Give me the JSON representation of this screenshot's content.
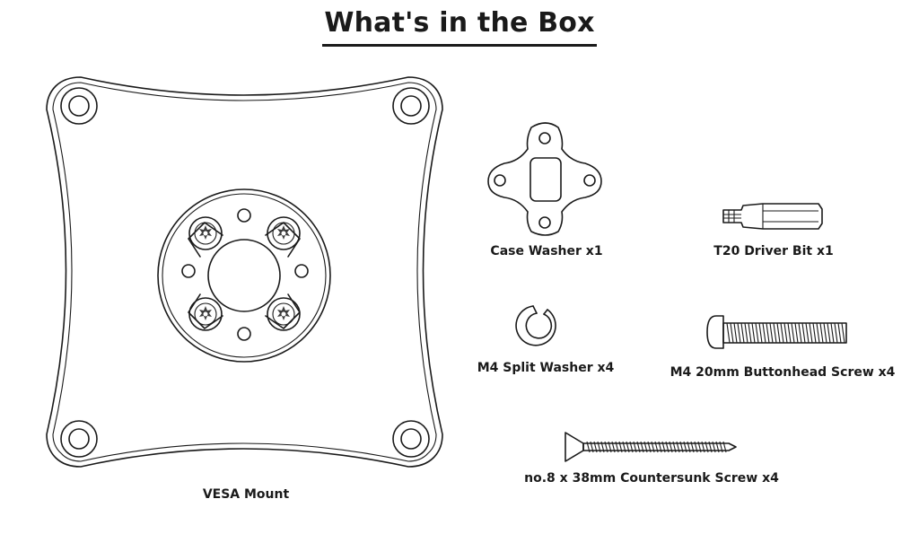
{
  "title": "What's in the Box",
  "parts": {
    "vesa_mount": {
      "label": "VESA Mount"
    },
    "case_washer": {
      "label": "Case Washer x1"
    },
    "driver_bit": {
      "label": "T20 Driver Bit x1"
    },
    "split_washer": {
      "label": "M4 Split Washer x4"
    },
    "buttonhead_screw": {
      "label": "M4 20mm Buttonhead Screw x4"
    },
    "countersunk_screw": {
      "label": "no.8 x 38mm Countersunk Screw x4"
    }
  }
}
